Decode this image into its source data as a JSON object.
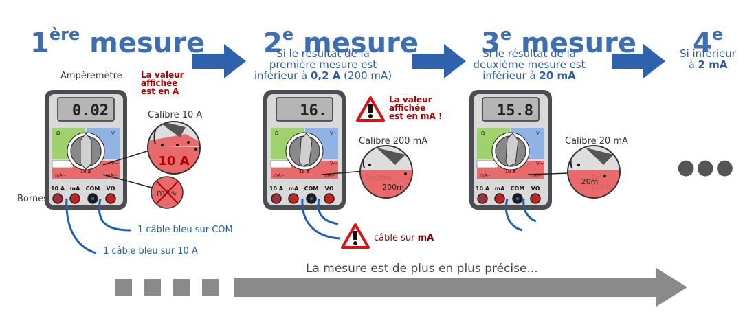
{
  "steps": [
    {
      "num": "1",
      "sup": "ère",
      "word": " mesure"
    },
    {
      "num": "2",
      "sup": "e",
      "word": " mesure",
      "line1": "Si le résultat de la",
      "line2": "première mesure est",
      "line3_pre": "inférieur à ",
      "line3_bold": "0,2 A",
      "line3_post": " (200 mA)"
    },
    {
      "num": "3",
      "sup": "e",
      "word": " mesure",
      "line1": "Si le résultat de la",
      "line2": "deuxième mesure est",
      "line3_pre": "inférieur à ",
      "line3_bold": "20 mA"
    },
    {
      "num": "4",
      "sup": "e",
      "line1": "Si inférieur",
      "line2_pre": "à ",
      "line2_bold": "2 mA"
    }
  ],
  "meters": [
    {
      "display": "0.02",
      "calibre": "Calibre 10 A",
      "zoom_value": "10 A"
    },
    {
      "display": "16.",
      "calibre": "Calibre 200 mA",
      "zoom_value": "200m",
      "zoom_ghost_1": "2m",
      "zoom_ghost_2": "20m"
    },
    {
      "display": "15.8",
      "calibre": "Calibre 20 mA",
      "zoom_value": "20m",
      "zoom_ghost_1": "2m",
      "zoom_ghost_2": "200m"
    }
  ],
  "terminals": [
    "10 A",
    "mA",
    "COM",
    "VΩ"
  ],
  "dial_labels": {
    "ohm": "Ω",
    "volt_ac": "V~",
    "volt_dc": "V⎓",
    "ma_ac": "mA~",
    "ma_dc": "mA⎓",
    "ten_a": "10 A"
  },
  "labels": {
    "amperemetre": "Ampèremètre",
    "bornes": "Bornes",
    "valeur_a_l1": "La valeur",
    "valeur_a_l2": "affichée",
    "valeur_a_l3": "est en A",
    "valeur_ma_l1": "La valeur",
    "valeur_ma_l2": "affichée",
    "valeur_ma_l3": "est en mA !",
    "cable_com": "1 câble bleu sur COM",
    "cable_10a": "1 câble bleu sur 10 A",
    "cable_ma_pre": "câble sur ",
    "cable_ma_bold": "mA",
    "crossed_ma": "mA∿",
    "ellipsis": "●●●",
    "bottom": "La mesure est de plus en plus précise..."
  },
  "colors": {
    "title_blue": "#3d6eb4",
    "arrow_blue": "#2f62ad",
    "alert_red": "#b00000",
    "zone_red": "#e86a6a",
    "zone_green": "#9fd16c",
    "zone_blue": "#8fb3e3",
    "meter_gray": "#4a4d52",
    "bottom_arrow_gray": "#8a8a8a"
  }
}
